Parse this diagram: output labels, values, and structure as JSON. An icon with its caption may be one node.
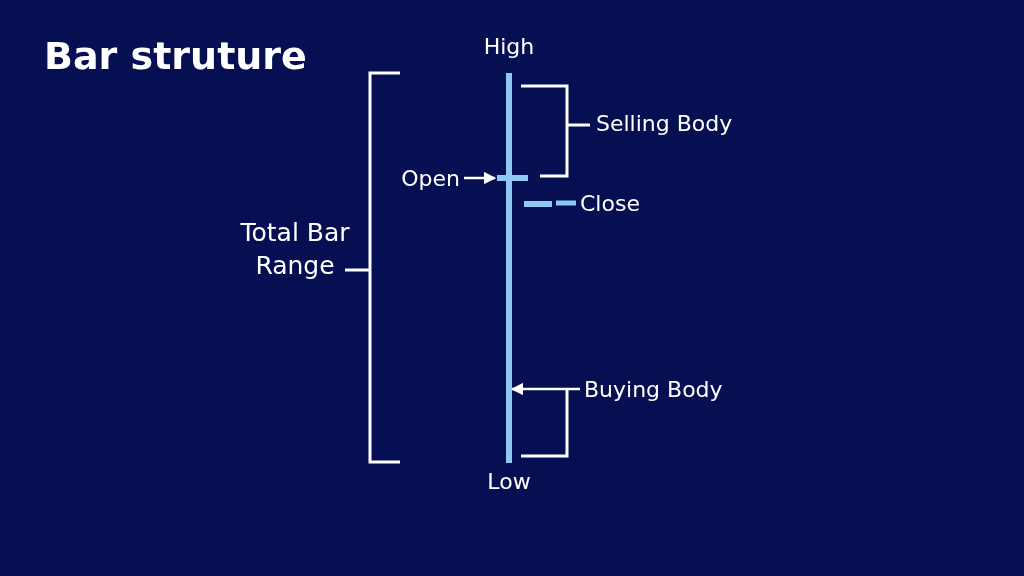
{
  "diagram": {
    "title": "Bar struture",
    "nodes": [
      {
        "text": [
          "Open"
        ]
      },
      {
        "text": [],
        "shape": "bar"
      },
      {
        "text": [
          "Close"
        ]
      },
      {
        "text": [],
        "shape": "bar"
      },
      {
        "text": [
          "Buying Body"
        ]
      },
      {
        "text": [],
        "shape": "bar",
        "beside": [
          "High",
          "Low"
        ]
      }
    ],
    "edges": [
      {
        "from": 0,
        "to": 1,
        "arrow": "to"
      },
      {
        "from": 2,
        "to": 3,
        "arrow": "none",
        "style": "dashed",
        "color": "#8ec8f5"
      },
      {
        "from": 4,
        "to": 5,
        "arrow": "to"
      }
    ],
    "labels": [
      "Selling Body",
      "Total Bar Range"
    ]
  }
}
